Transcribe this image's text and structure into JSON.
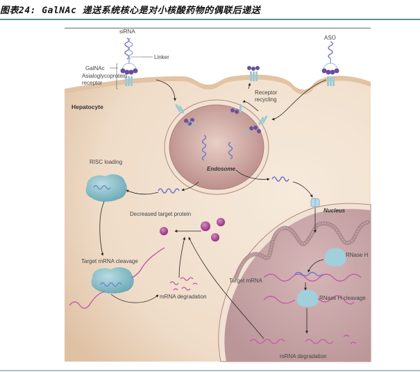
{
  "figure": {
    "title": "图表24: GalNAc 递送系统核心是对小核酸药物的偶联后递送",
    "colors": {
      "title_rule": "#5b8e99",
      "bottom_rule": "#a9c1c6",
      "cytoplasm": "#f3e3d2",
      "membrane": "#d9b894",
      "endosome": "#caa3a0",
      "nucleus": "#c9a5a8",
      "sirna_strand": "#6f74c9",
      "mrna_strand": "#c15aa9",
      "protein": "#a63d8f",
      "risc": "#8fc3cd",
      "rnase_h": "#9fd0dc"
    },
    "labels": {
      "sirna": "siRNA",
      "linker": "Linker",
      "galnac": "GalNAc",
      "asgpr_line1": "Asialoglycoprotein",
      "asgpr_line2": "receptor",
      "aso": "ASO",
      "receptor_recycling_line1": "Receptor",
      "receptor_recycling_line2": "recycling",
      "hepatocyte": "Hepatocyte",
      "endosome": "Endosome",
      "risc_loading": "RISC loading",
      "decreased_target_protein": "Decreased target protein",
      "target_mrna_cleavage": "Target mRNA cleavage",
      "mrna_degradation_cyto": "mRNA degradation",
      "nucleus": "Nucleus",
      "rnase_h": "RNase H",
      "target_mrna": "Target mRNA",
      "rnase_h_cleavage": "RNase H cleavage",
      "mrna_degradation_nucleus": "mRNA degradation"
    }
  }
}
